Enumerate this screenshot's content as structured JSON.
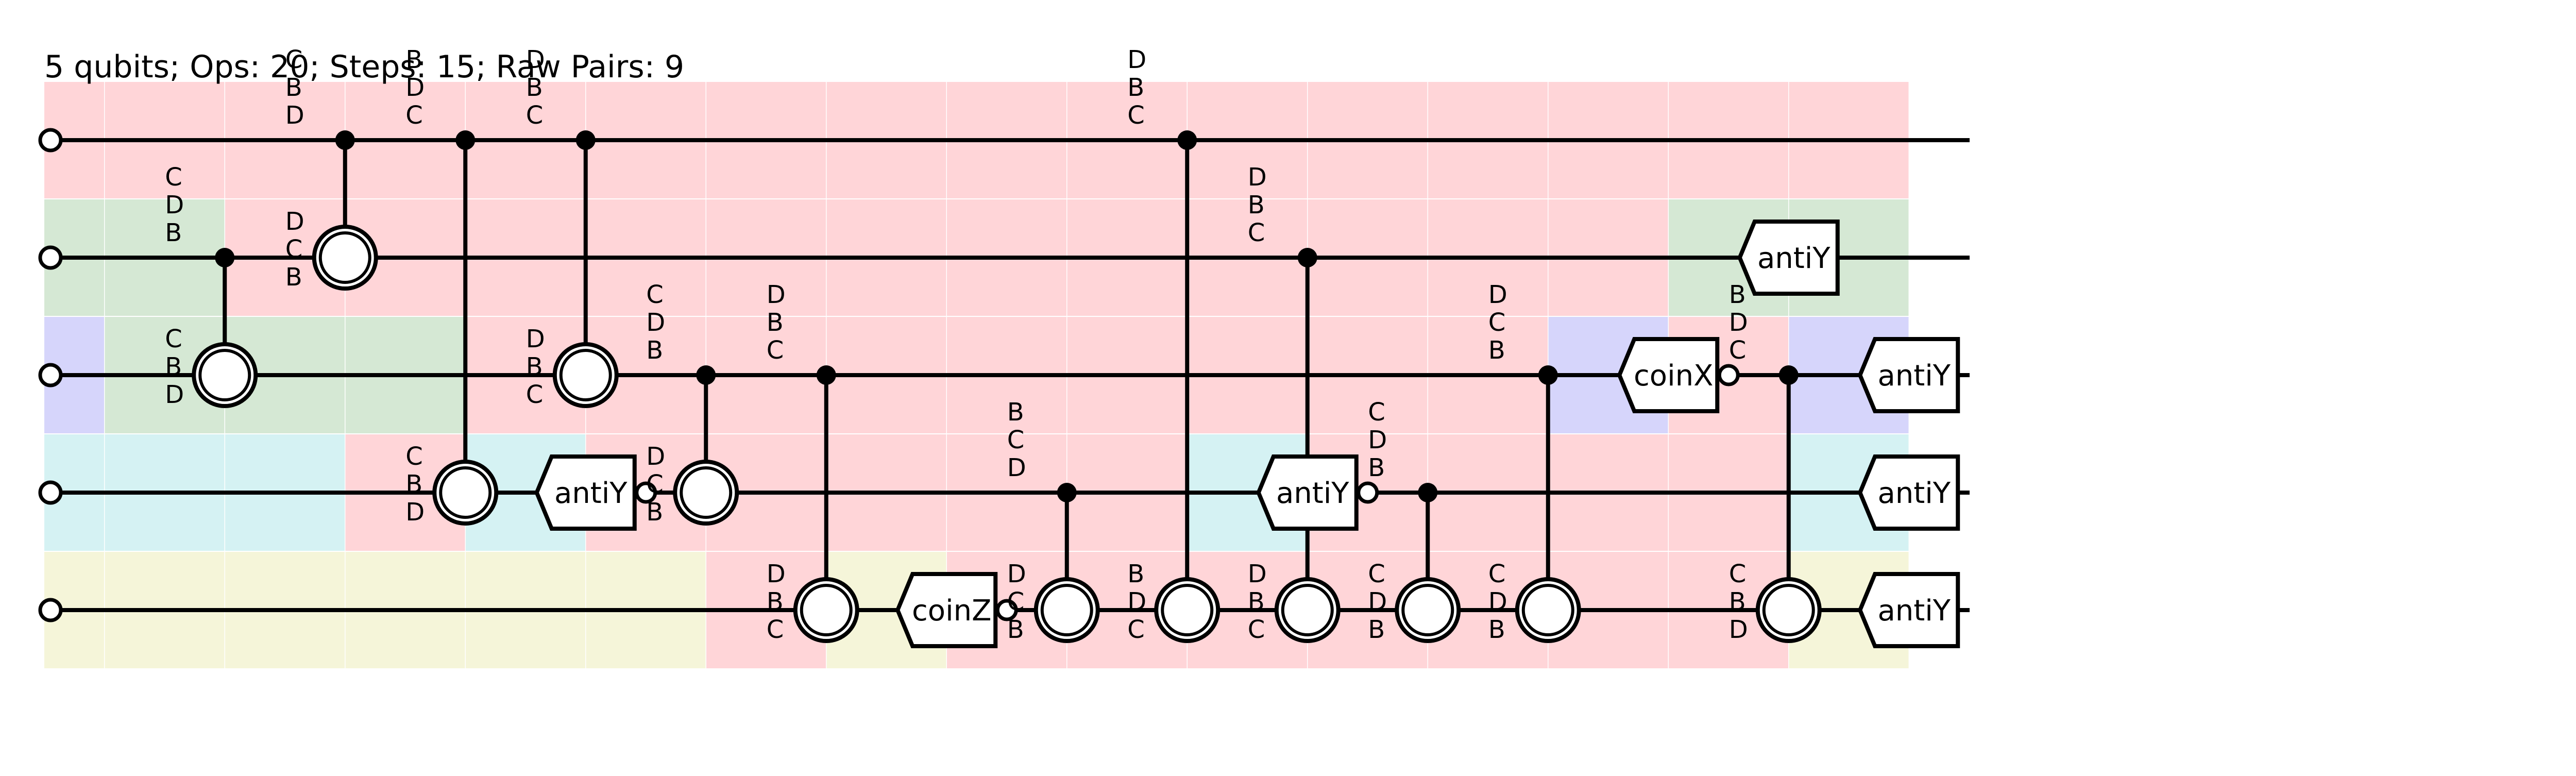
{
  "header": {
    "title": "5 qubits; Ops: 20; Steps: 15; Raw Pairs: 9"
  },
  "colors": {
    "background": "#ffffff",
    "wire": "#000000",
    "red_region": "#ffd5d8",
    "green_region": "#d5e8d4",
    "blue_region": "#d6d5fb",
    "cyan_region": "#d5f2f3",
    "yellow_region": "#f5f5d9"
  },
  "circuit": {
    "qubits": 5,
    "steps": 15,
    "region_grid": [
      [
        "red",
        "red",
        "red",
        "red",
        "red",
        "red",
        "red",
        "red",
        "red",
        "red",
        "red",
        "red",
        "red",
        "red",
        "red",
        "red"
      ],
      [
        "green",
        "green",
        "red",
        "red",
        "red",
        "red",
        "red",
        "red",
        "red",
        "red",
        "red",
        "red",
        "red",
        "red",
        "green",
        "green"
      ],
      [
        "blue",
        "green",
        "green",
        "green",
        "red",
        "red",
        "red",
        "red",
        "red",
        "red",
        "red",
        "red",
        "red",
        "blue",
        "red",
        "blue"
      ],
      [
        "cyan",
        "cyan",
        "cyan",
        "red",
        "cyan",
        "red",
        "red",
        "red",
        "red",
        "red",
        "cyan",
        "red",
        "red",
        "red",
        "red",
        "cyan"
      ],
      [
        "yellow",
        "yellow",
        "yellow",
        "yellow",
        "yellow",
        "yellow",
        "red",
        "yellow",
        "red",
        "red",
        "red",
        "red",
        "red",
        "red",
        "red",
        "yellow"
      ]
    ],
    "operations": [
      {
        "type": "cnot",
        "step": 1,
        "control": 1,
        "target": 2,
        "tlabels": [
          "C",
          "B",
          "D"
        ],
        "clabels": [
          "C",
          "D",
          "B"
        ]
      },
      {
        "type": "cnot",
        "step": 2,
        "control": 0,
        "target": 1,
        "tlabels": [
          "D",
          "C",
          "B"
        ],
        "clabels": [
          "C",
          "B",
          "D"
        ]
      },
      {
        "type": "cnot",
        "step": 3,
        "control": 0,
        "target": 3,
        "tlabels": [
          "C",
          "B",
          "D"
        ],
        "clabels": [
          "B",
          "D",
          "C"
        ]
      },
      {
        "type": "cnot",
        "step": 4,
        "control": 0,
        "target": 2,
        "tlabels": [
          "D",
          "B",
          "C"
        ],
        "clabels": [
          "D",
          "B",
          "C"
        ]
      },
      {
        "type": "gate",
        "step": 4,
        "qubit": 3,
        "label": "antiY",
        "anti": true
      },
      {
        "type": "cnot",
        "step": 5,
        "control": 2,
        "target": 3,
        "tlabels": [
          "D",
          "C",
          "B"
        ],
        "clabels": [
          "C",
          "D",
          "B"
        ]
      },
      {
        "type": "cnot",
        "step": 6,
        "control": 2,
        "target": 4,
        "tlabels": [
          "D",
          "B",
          "C"
        ],
        "clabels": [
          "D",
          "B",
          "C"
        ]
      },
      {
        "type": "gate",
        "step": 7,
        "qubit": 4,
        "label": "coinZ",
        "anti": true
      },
      {
        "type": "cnot",
        "step": 8,
        "control": 3,
        "target": 4,
        "tlabels": [
          "D",
          "C",
          "B"
        ],
        "clabels": [
          "B",
          "C",
          "D"
        ]
      },
      {
        "type": "cnot",
        "step": 9,
        "control": 0,
        "target": 4,
        "tlabels": [
          "B",
          "D",
          "C"
        ],
        "clabels": [
          "D",
          "B",
          "C"
        ]
      },
      {
        "type": "cnot",
        "step": 10,
        "control": 1,
        "target": 4,
        "tlabels": [
          "D",
          "B",
          "C"
        ],
        "clabels": [
          "D",
          "B",
          "C"
        ]
      },
      {
        "type": "gate",
        "step": 10,
        "qubit": 3,
        "label": "antiY",
        "anti": true
      },
      {
        "type": "cnot",
        "step": 11,
        "control": 3,
        "target": 4,
        "tlabels": [
          "C",
          "D",
          "B"
        ],
        "clabels": [
          "C",
          "D",
          "B"
        ]
      },
      {
        "type": "cnot",
        "step": 12,
        "control": 2,
        "target": 4,
        "tlabels": [
          "C",
          "D",
          "B"
        ],
        "clabels": [
          "D",
          "C",
          "B"
        ]
      },
      {
        "type": "gate",
        "step": 13,
        "qubit": 2,
        "label": "coinX",
        "anti": true
      },
      {
        "type": "gate",
        "step": 14,
        "qubit": 1,
        "label": "antiY",
        "anti": false
      },
      {
        "type": "cnot",
        "step": 14,
        "control": 2,
        "target": 4,
        "tlabels": [
          "C",
          "B",
          "D"
        ],
        "clabels": [
          "B",
          "D",
          "C"
        ]
      },
      {
        "type": "gate",
        "step": 15,
        "qubit": 2,
        "label": "antiY",
        "anti": false
      },
      {
        "type": "gate",
        "step": 15,
        "qubit": 3,
        "label": "antiY",
        "anti": false
      },
      {
        "type": "gate",
        "step": 15,
        "qubit": 4,
        "label": "antiY",
        "anti": false
      }
    ]
  }
}
